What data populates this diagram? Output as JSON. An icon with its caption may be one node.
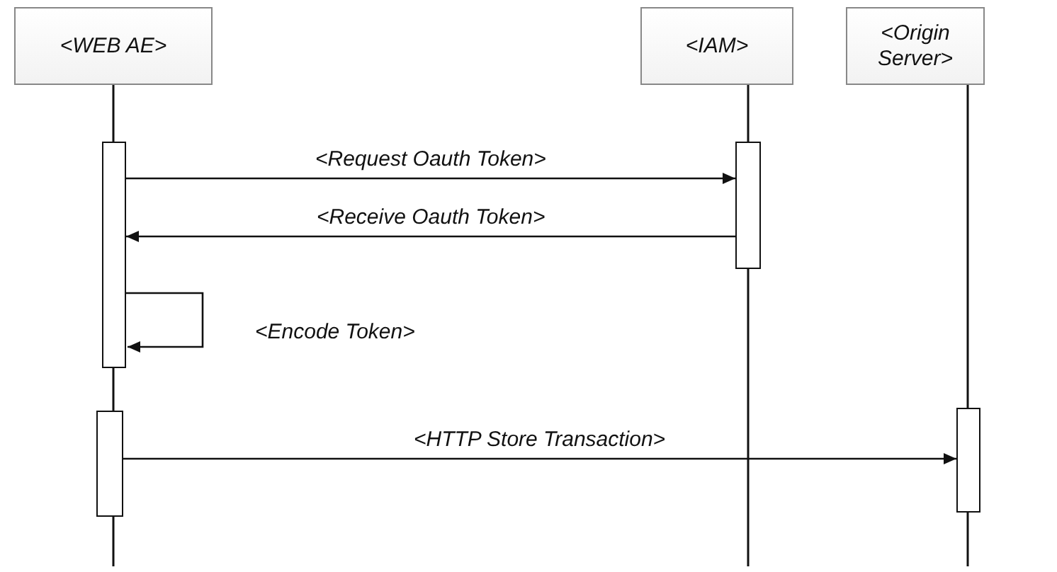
{
  "diagram": {
    "nodes": [
      {
        "text": [
          "<WEB AE>"
        ]
      },
      {
        "text": [
          "<IAM>"
        ]
      },
      {
        "text": [
          "<Origin Server>"
        ]
      },
      {
        "text": [],
        "shape": "bar"
      },
      {
        "text": [],
        "shape": "bar"
      },
      {
        "text": [],
        "shape": "bar"
      },
      {
        "text": [],
        "shape": "bar"
      }
    ],
    "edges": [
      {
        "from": 3,
        "to": 4,
        "arrow": "to",
        "label": "<Request Oauth Token>"
      },
      {
        "from": 4,
        "to": 3,
        "arrow": "to",
        "label": "<Receive Oauth Token>"
      },
      {
        "from": 3,
        "to": 3,
        "arrow": "to",
        "label": "<Encode Token>"
      },
      {
        "from": 5,
        "to": 6,
        "arrow": "to",
        "label": "<HTTP Store Transaction>"
      }
    ]
  }
}
